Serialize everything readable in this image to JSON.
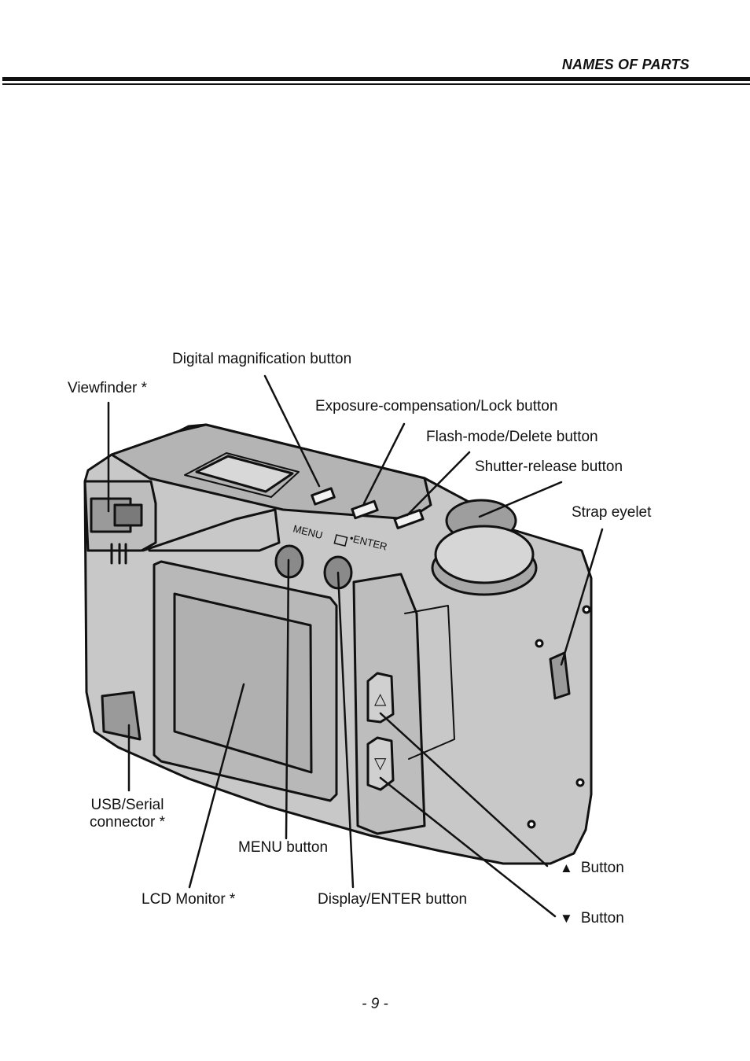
{
  "header": {
    "title": "NAMES OF PARTS"
  },
  "labels": {
    "digital_magnification": "Digital magnification button",
    "viewfinder": "Viewfinder *",
    "exposure_compensation": "Exposure-compensation/Lock button",
    "flash_mode": "Flash-mode/Delete button",
    "shutter_release": "Shutter-release button",
    "strap_eyelet": "Strap eyelet",
    "usb_serial_line1": "USB/Serial",
    "usb_serial_line2": "connector *",
    "menu_button": "MENU button",
    "lcd_monitor": "LCD Monitor *",
    "display_enter": "Display/ENTER button",
    "up_button_symbol": "▲",
    "up_button": "Button",
    "down_button_symbol": "▼",
    "down_button": "Button"
  },
  "camera_markings": {
    "menu": "MENU",
    "enter": "•ENTER",
    "up_arrow": "△",
    "down_arrow": "▽"
  },
  "footer": {
    "page_number": "- 9 -"
  }
}
